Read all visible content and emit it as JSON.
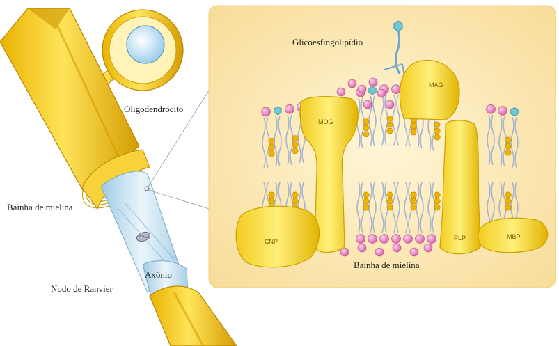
{
  "labels": {
    "oligodendrocyte": "Oligodendrócito",
    "myelin_sheath_left": "Bainha de mielina",
    "node": "Nodo de Ranvier",
    "axon": "Axônio",
    "glycosphingolipid": "Glicoesfingolipídio",
    "myelin_sheath_panel": "Bainha de mielina"
  },
  "proteins": {
    "mog": "MOG",
    "mag": "MAG",
    "cnp": "CNP",
    "plp": "PLP",
    "mbp": "MBP"
  },
  "colors": {
    "panel_bg": "#fbe6ad",
    "fiber_yellow": "#f5c800",
    "fiber_dark": "#d8a400",
    "protein_yellow": "#f7d83c",
    "lipid_head_pink": "#e88bc4",
    "lipid_head_cyan": "#6fc8d6",
    "lipid_tail": "#a9b4cf",
    "cholesterol": "#f0b400",
    "axon_blue": "#cfe6f2"
  }
}
